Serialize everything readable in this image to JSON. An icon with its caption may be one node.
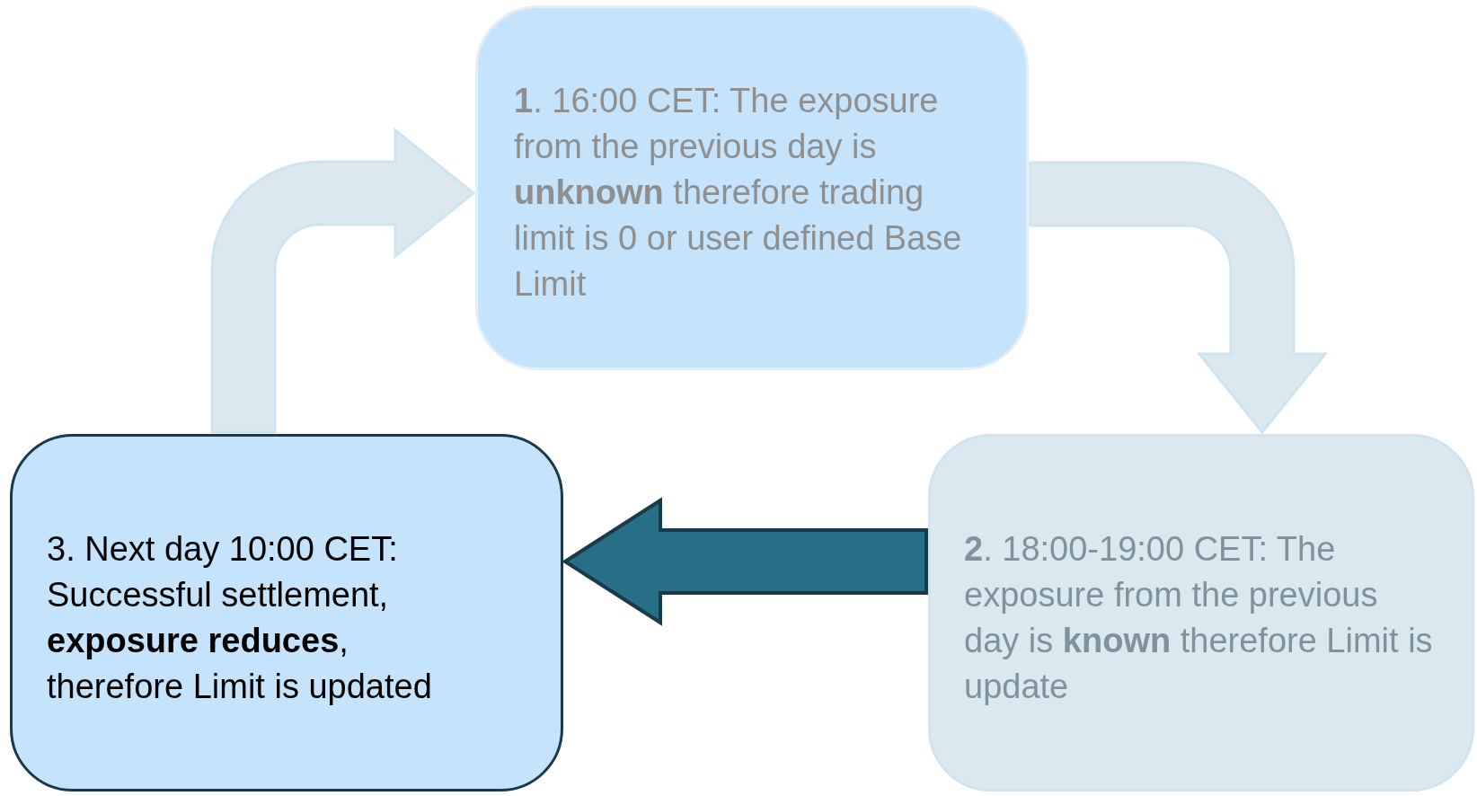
{
  "diagram": {
    "nodes": [
      {
        "text": [
          "**1**. 16:00 CET: The exposure from the previous day is **unknown** therefore trading limit is 0 or user defined Base Limit"
        ]
      },
      {
        "text": [
          "**2**. 18:00-19:00 CET: The exposure from the previous day is **known** therefore Limit is update"
        ]
      },
      {
        "text": [
          "3. Next day 10:00 CET: Successful settlement, **exposure reduces**, therefore Limit is updated"
        ]
      }
    ],
    "edges": [
      {
        "from": 2,
        "to": 0,
        "arrow": "to"
      },
      {
        "from": 0,
        "to": 1,
        "arrow": "to"
      },
      {
        "from": 1,
        "to": 2,
        "arrow": "to",
        "color": "#276e87"
      }
    ]
  }
}
